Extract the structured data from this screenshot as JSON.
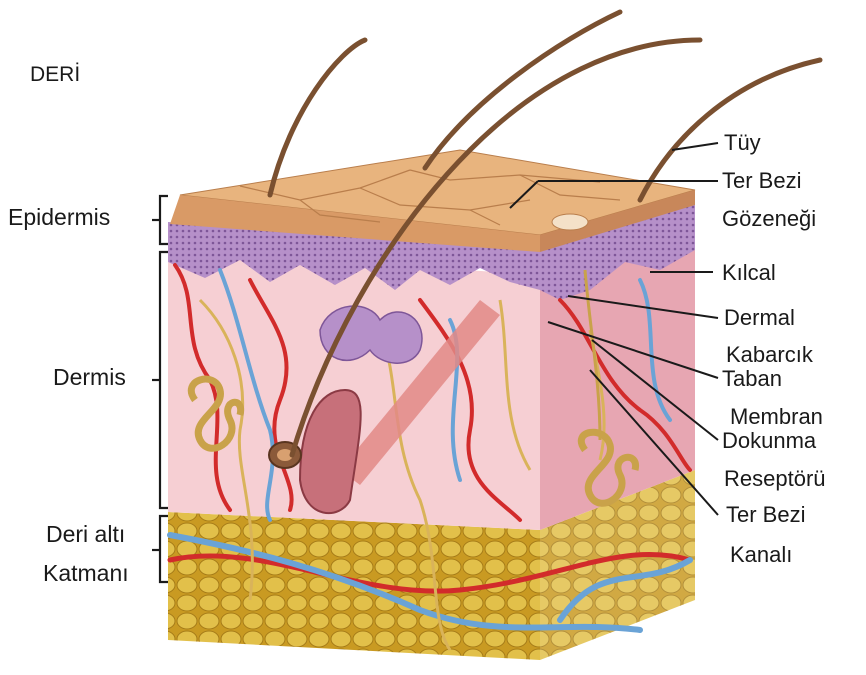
{
  "title": "DERİ",
  "left_labels": {
    "epidermis": "Epidermis",
    "dermis": "Dermis",
    "subcutaneous_line1": "Deri altı",
    "subcutaneous_line2": "Katmanı"
  },
  "right_labels": {
    "hair": "Tüy",
    "sweat_pore_line1": "Ter Bezi",
    "sweat_pore_line2": "Gözeneği",
    "capillary": "Kılcal",
    "dermal_papilla_line1": "Dermal",
    "dermal_papilla_line2": "Kabarcık",
    "basement_membrane_line1": "Taban",
    "basement_membrane_line2": "Membran",
    "touch_receptor_line1": "Dokunma",
    "touch_receptor_line2": "Reseptörü",
    "sweat_duct_line1": "Ter Bezi",
    "sweat_duct_line2": "Kanalı"
  },
  "colors": {
    "epidermis_surface": "#e8b47e",
    "epidermis_front": "#d99a66",
    "basal_layer": "#a17bb8",
    "dermis": "#f6cfd3",
    "dermis_side": "#e7a6b2",
    "fat": "#d8b33a",
    "artery": "#d22b2b",
    "vein": "#6aa3d6",
    "nerve": "#d9b35a",
    "hair": "#7a5030"
  }
}
